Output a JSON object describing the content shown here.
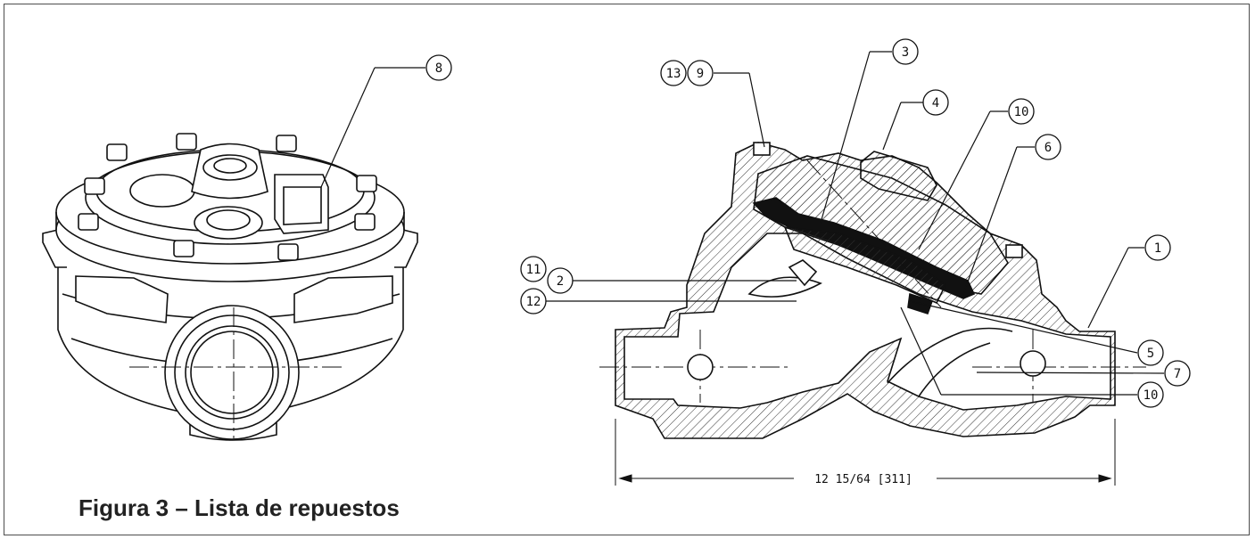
{
  "figure": {
    "caption": "Figura 3 – Lista de repuestos",
    "dimension_label": "12 15/64 [311]"
  },
  "callouts": [
    "8",
    "13",
    "9",
    "3",
    "4",
    "10",
    "6",
    "1",
    "11",
    "2",
    "12",
    "5",
    "7",
    "10"
  ]
}
